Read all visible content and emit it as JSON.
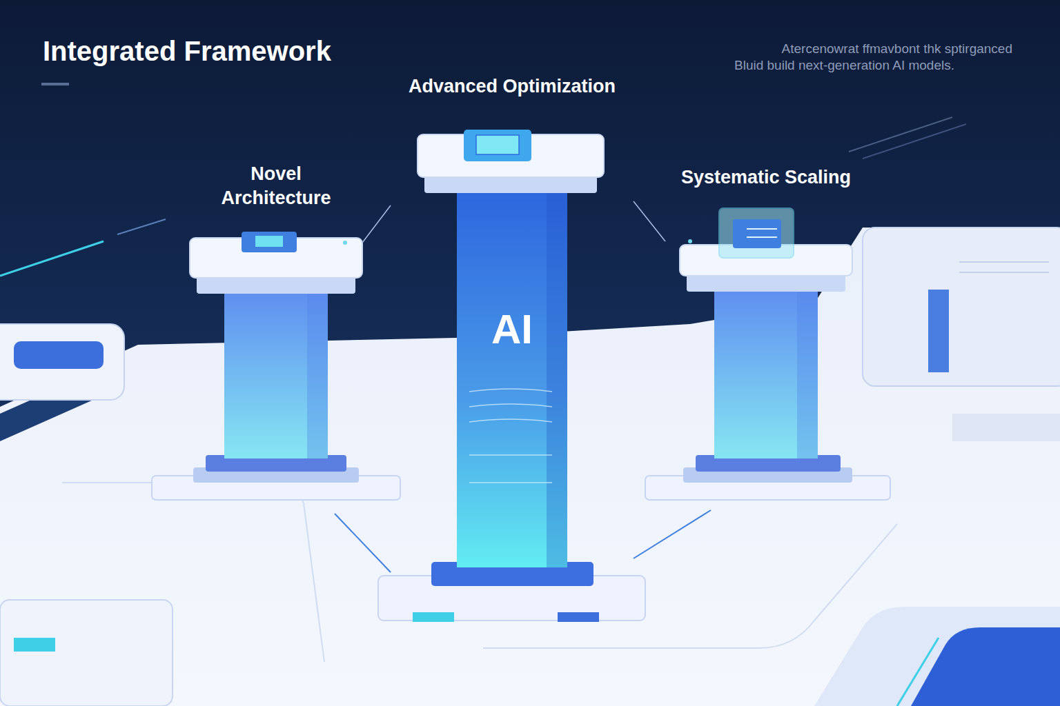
{
  "diagram": {
    "title": "Integrated Framework",
    "nodes": [
      {
        "text": [
          "Novel Architecture"
        ]
      },
      {
        "text": [
          "Advanced Optimization",
          "AI"
        ]
      },
      {
        "text": [
          "Systematic Scaling"
        ]
      }
    ],
    "edges": [
      {
        "from": 0,
        "to": 1,
        "arrow": "none"
      },
      {
        "from": 1,
        "to": 2,
        "arrow": "none"
      },
      {
        "from": 0,
        "to": 1,
        "arrow": "none"
      },
      {
        "from": 2,
        "to": 1,
        "arrow": "none"
      }
    ],
    "labels": [
      "Atercenowrat ffmavbont thk sptirganced",
      "Bluid build next-generation AI models."
    ]
  }
}
